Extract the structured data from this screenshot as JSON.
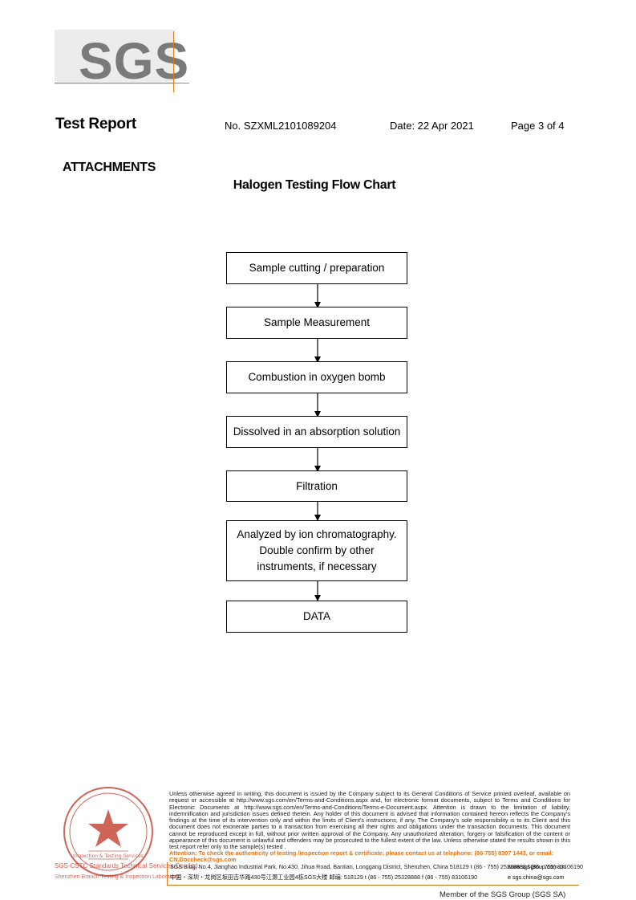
{
  "logo": {
    "text": "SGS"
  },
  "header": {
    "title": "Test Report",
    "number": "No. SZXML2101089204",
    "date": "Date: 22 Apr 2021",
    "page": "Page 3 of 4"
  },
  "attachments_heading": "ATTACHMENTS",
  "chart_title": "Halogen Testing Flow Chart",
  "flow_steps": [
    "Sample cutting / preparation",
    "Sample Measurement",
    "Combustion in oxygen bomb",
    "Dissolved in an absorption solution",
    "Filtration",
    "Analyzed by ion chromatography.\nDouble confirm by other\ninstruments, if necessary",
    "DATA"
  ],
  "footer": {
    "disclaimer": "Unless otherwise agreed in writing, this document is issued by the Company subject to its General Conditions of Service printed overleaf, available on request or accessible at http://www.sgs.com/en/Terms-and-Conditions.aspx and, for electronic format documents, subject to Terms and Conditions for Electronic Documents at http://www.sgs.com/en/Terms-and-Conditions/Terms-e-Document.aspx. Attention is drawn to the limitation of liability, indemnification and jurisdiction issues defined therein. Any holder of this document is advised that information contained hereon reflects the Company's findings at the time of its intervention only and within the limits of Client's instructions, if any. The Company's sole responsibility is to its Client and this document does not exonerate parties to a transaction from exercising all their rights and obligations under the transaction documents. This document cannot be reproduced except in full, without prior written approval of the Company. Any unauthorized alteration, forgery or falsification of the content or appearance of this document is unlawful and offenders may be prosecuted to the fullest extent of the law. Unless otherwise stated the results shown in this test report refer only to the sample(s) tested .",
    "attention": "Attention: To check the authenticity of testing /inspection report & certificate, please contact us at telephone: (86-755) 8307 1443, or email: CN.Doccheck@sgs.com",
    "address_en": "SGS Bldg, No.4, Jianghao Industrial Park, No.430, Jihua Road, Bantian, Longgang District, Shenzhen, China  518129    t (86 - 755) 25328888   f (86 - 755) 83106190",
    "address_cn": "中国・深圳・龙岗区坂田吉华路430号江灏工业园4栋SGS大楼    邮编: 518129    t (86 - 755) 25328888   f (86 - 755) 83106190",
    "website": "www.sgsgroup.com.cn",
    "email": "e  sgs.china@sgs.com",
    "member": "Member of the SGS Group (SGS SA)",
    "stamp_lab_name": "SGS-CSTC Standards Technical Services Co., Ltd.",
    "stamp_lab_branch": "Shenzhen Branch  Testing & Inspection Laboratory",
    "stamp_inner": "Inspection & Testing Services"
  },
  "colors": {
    "accent_orange": "#e07418",
    "stamp_red": "#c23a2a",
    "logo_gray": "#7a7a7a"
  }
}
